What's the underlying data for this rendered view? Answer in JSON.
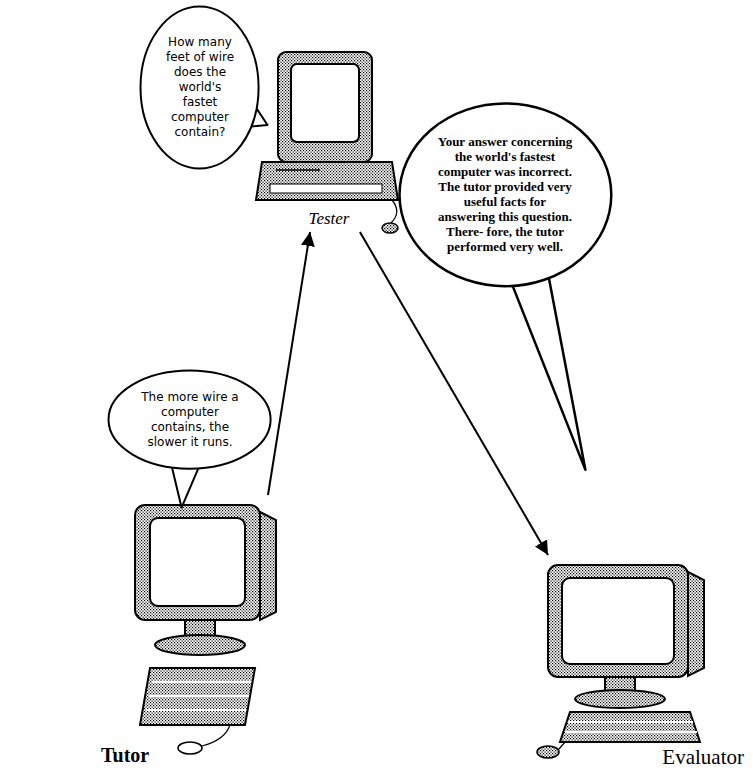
{
  "diagram": {
    "nodes": [
      {
        "text": [
          "How many feet of wire does the world's fastet computer contain?"
        ]
      },
      {
        "text": [
          "Tester"
        ]
      },
      {
        "text": [
          "Your answer concerning the world's fastest computer was incorrect. The tutor provided very useful facts for answering this question. There- fore, the tutor performed very well."
        ]
      },
      {
        "text": [
          "The more wire a computer contains, the slower it runs."
        ]
      },
      {
        "text": [
          "Tutor"
        ]
      },
      {
        "text": [
          "Evaluator"
        ]
      }
    ],
    "edges": [
      {
        "from": 4,
        "to": 1,
        "arrow": "to"
      },
      {
        "from": 1,
        "to": 5,
        "arrow": "to"
      }
    ]
  }
}
